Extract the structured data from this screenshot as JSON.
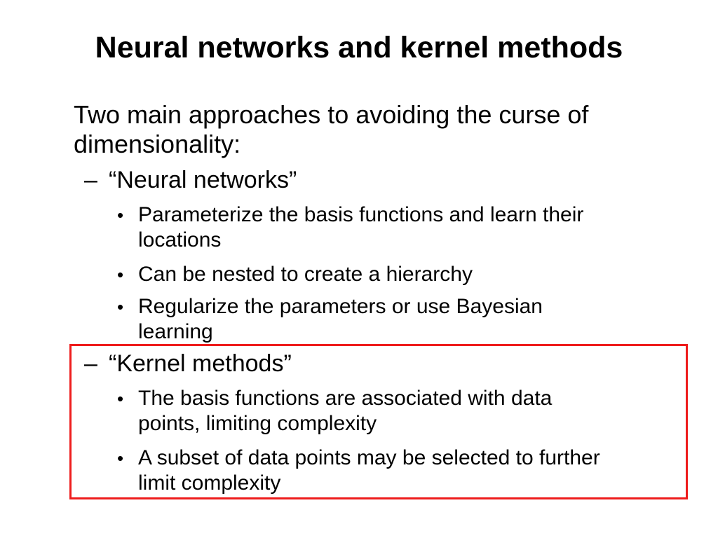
{
  "slide": {
    "title": "Neural networks and kernel methods",
    "intro": {
      "lines": [
        "Two main approaches to avoiding the curse of",
        "dimensionality:"
      ]
    },
    "markers": {
      "dash": "–",
      "bullet": "•"
    },
    "sections": [
      {
        "heading": "“Neural networks”",
        "items": [
          {
            "lines": [
              "Parameterize the basis functions and learn their",
              "locations"
            ]
          },
          {
            "lines": [
              "Can be nested to create a hierarchy"
            ]
          },
          {
            "lines": [
              "Regularize the parameters or use Bayesian",
              "learning"
            ]
          }
        ]
      },
      {
        "heading": "“Kernel methods”",
        "highlighted": true,
        "items": [
          {
            "lines": [
              "The basis functions are associated with data",
              "points, limiting complexity"
            ]
          },
          {
            "lines": [
              "A subset of data points may be selected to further",
              "limit complexity"
            ]
          }
        ]
      }
    ],
    "colors": {
      "background": "#ffffff",
      "text": "#000000",
      "highlight_border": "#ee1c1c"
    }
  }
}
